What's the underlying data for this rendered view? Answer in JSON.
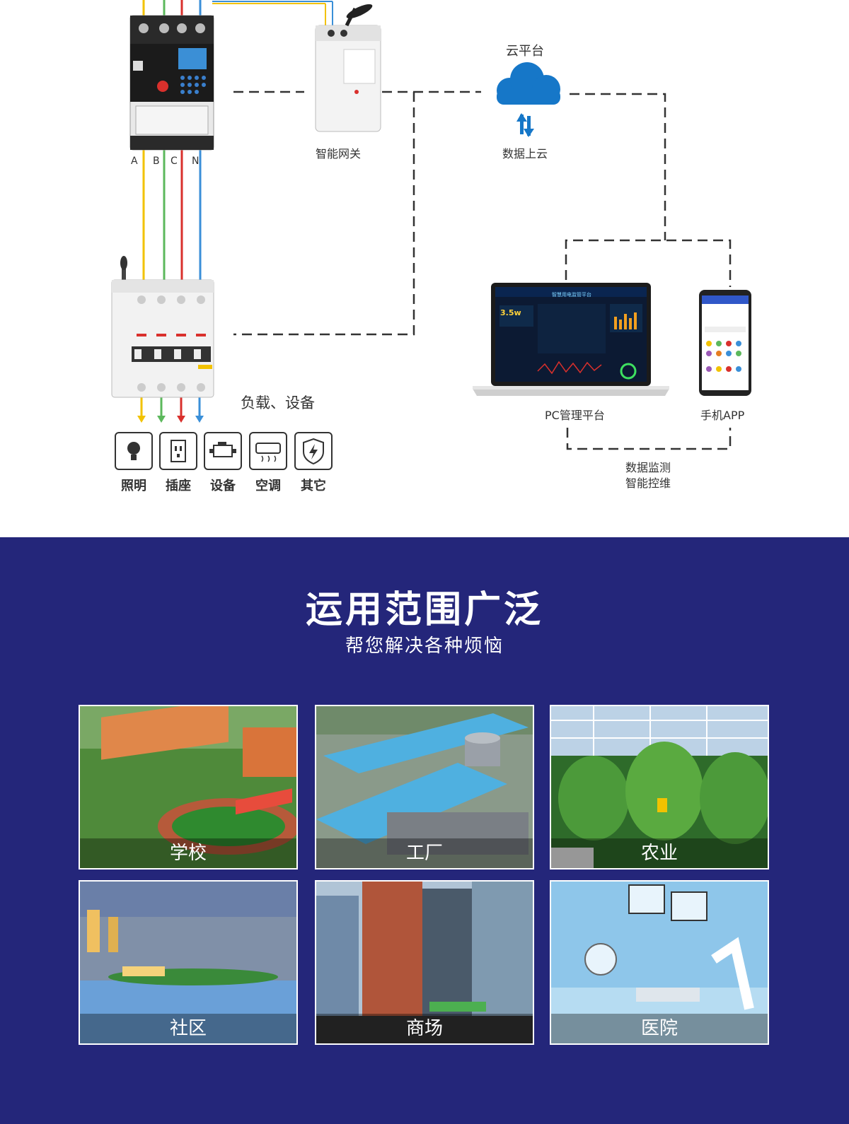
{
  "diagram": {
    "phase_labels": [
      "A",
      "B",
      "C",
      "N"
    ],
    "gateway_label": "智能网关",
    "cloud_label": "云平台",
    "upload_label": "数据上云",
    "load_label": "负载、设备",
    "pc_label": "PC管理平台",
    "app_label": "手机APP",
    "monitor_label": "数据监测",
    "control_label": "智能控维",
    "pc_screen_title": "智慧用电监管平台",
    "pc_screen_value": "3.5w",
    "device_icons": [
      {
        "icon": "bulb-icon",
        "label": "照明"
      },
      {
        "icon": "socket-icon",
        "label": "插座"
      },
      {
        "icon": "engine-icon",
        "label": "设备"
      },
      {
        "icon": "aircon-icon",
        "label": "空调"
      },
      {
        "icon": "shield-bolt-icon",
        "label": "其它"
      }
    ],
    "colors": {
      "wire_a": "#f2c200",
      "wire_b": "#5cb85c",
      "wire_c": "#d9302c",
      "wire_n": "#3a8fd8",
      "cloud": "#1677c8"
    }
  },
  "applications": {
    "title": "运用范围广泛",
    "subtitle": "帮您解决各种烦恼",
    "background": "#24267a",
    "cards": [
      {
        "label": "学校"
      },
      {
        "label": "工厂"
      },
      {
        "label": "农业"
      },
      {
        "label": "社区"
      },
      {
        "label": "商场"
      },
      {
        "label": "医院"
      }
    ]
  }
}
